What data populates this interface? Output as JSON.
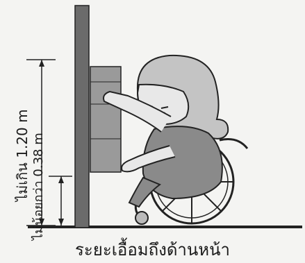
{
  "diagram": {
    "caption": "ระยะเอื้อมถึงด้านหน้า",
    "label_max": "ไม่เกิน 1.20 m",
    "label_min": "ไม่น้อยกว่า 0.38 m"
  },
  "colors": {
    "ink": "#1a1a1a",
    "wall": "#6b6b6b",
    "shelf": "#9a9a9a",
    "body": "#8a8a8a",
    "hair": "#c4c4c4",
    "skin": "#e8e8e8"
  }
}
